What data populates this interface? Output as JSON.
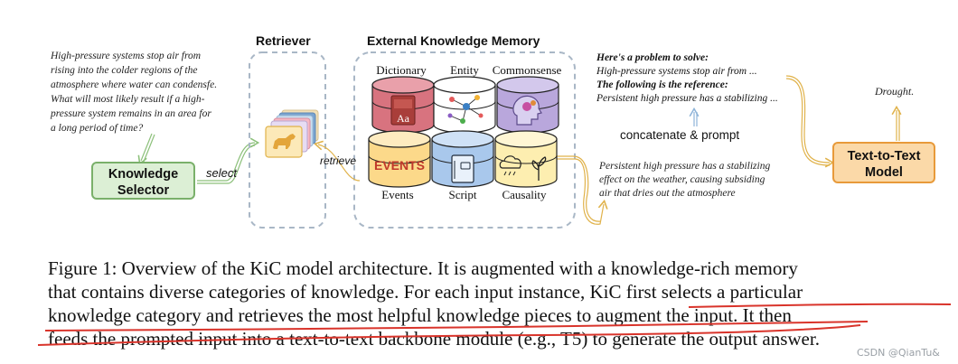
{
  "question": {
    "lines": [
      "High-pressure systems stop air from",
      "rising into the colder regions of the",
      "atmosphere where water can condensfe.",
      "What will most likely result if a high-",
      "pressure system remains in an area for",
      "a long period of time?"
    ]
  },
  "selector": {
    "label_line1": "Knowledge",
    "label_line2": "Selector",
    "select_label": "select"
  },
  "retriever": {
    "title": "Retriever",
    "retrieve_label": "retrieve"
  },
  "memory": {
    "title": "External Knowledge Memory",
    "top_labels": [
      "Dictionary",
      "Entity",
      "Commonsense"
    ],
    "bottom_labels": [
      "Events",
      "Script",
      "Causality"
    ],
    "events_logo_text": "EVENTS",
    "dictionary_logo_text": "Aa"
  },
  "prompt": {
    "problem_heading": "Here's a problem to solve:",
    "problem_text": "High-pressure systems stop air from ...",
    "reference_heading": "The following is the reference:",
    "reference_text": "Persistent high pressure has a stabilizing ...",
    "concat_label": "concatenate & prompt",
    "knowledge_lines": [
      "Persistent high pressure has a stabilizing",
      "effect on the weather, causing subsiding",
      "air that dries out the atmosphere"
    ]
  },
  "model": {
    "label_line1": "Text-to-Text",
    "label_line2": "Model",
    "output": "Drought."
  },
  "caption": {
    "lines": [
      "Figure 1: Overview of the KiC model architecture. It is augmented with a knowledge-rich memory",
      "that contains diverse categories of knowledge. For each input instance, KiC first selects a particular",
      "knowledge category and retrieves the most helpful knowledge pieces to augment the input. It then",
      "feeds the prompted input into a text-to-text backbone module (e.g., T5) to generate the output answer."
    ]
  },
  "watermark": "CSDN @QianTu&",
  "colors": {
    "selector_fill": "#dcefd5",
    "selector_border": "#7ab06a",
    "model_fill": "#fbd9a8",
    "model_border": "#e89a3a",
    "dashed_border": "#a9b7c6",
    "arrow_green": "#8cc07a",
    "arrow_orange": "#e0b24a",
    "arrow_blue": "#8eb3d8",
    "underline_red": "#d9342b"
  }
}
